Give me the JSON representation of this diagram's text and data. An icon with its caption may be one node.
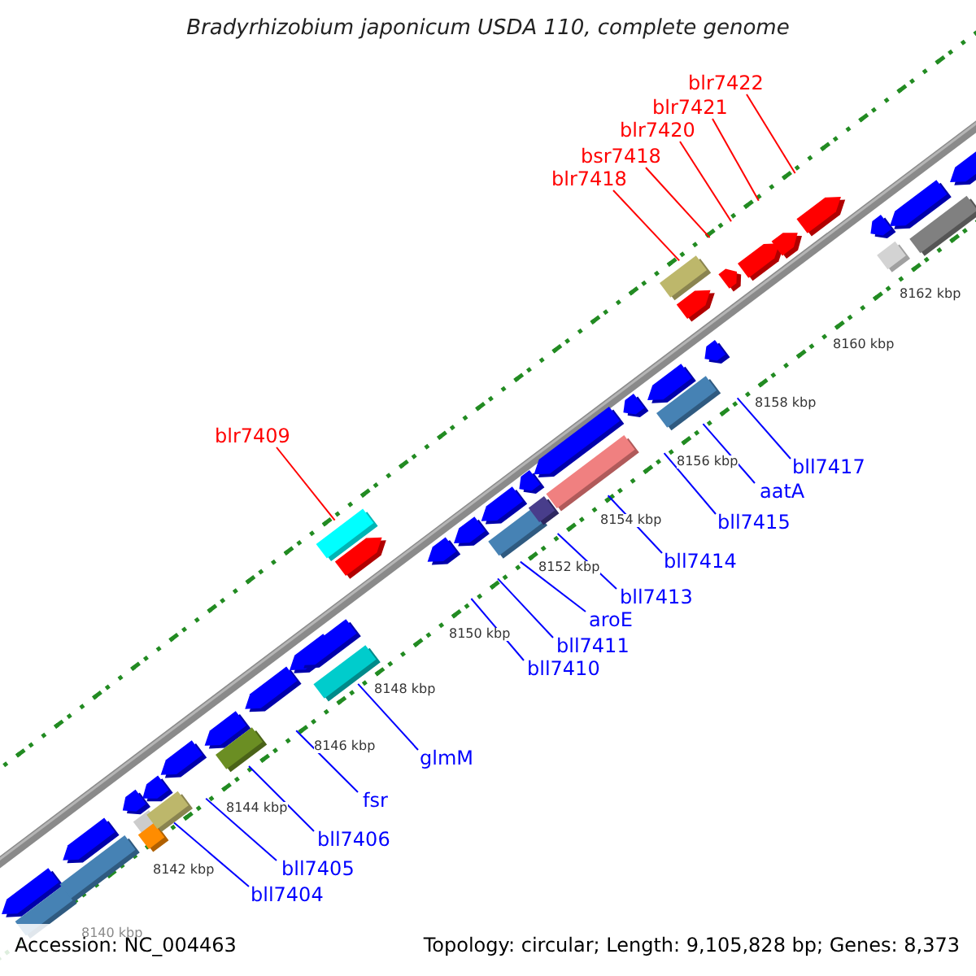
{
  "diagram": {
    "title": "Bradyrhizobium japonicum USDA 110, complete genome",
    "nodes": [
      {
        "text": [
          "blr7422"
        ]
      },
      {
        "text": [
          "blr7421"
        ]
      },
      {
        "text": [
          "blr7420"
        ]
      },
      {
        "text": [
          "bsr7418"
        ]
      },
      {
        "text": [
          "blr7418"
        ]
      },
      {
        "text": [
          "blr7409"
        ]
      },
      {
        "text": [
          "bll7417"
        ]
      },
      {
        "text": [
          "aatA"
        ]
      },
      {
        "text": [
          "bll7415"
        ]
      },
      {
        "text": [
          "bll7414"
        ]
      },
      {
        "text": [
          "bll7413"
        ]
      },
      {
        "text": [
          "aroE"
        ]
      },
      {
        "text": [
          "bll7411"
        ]
      },
      {
        "text": [
          "bll7410"
        ]
      },
      {
        "text": [
          "glmM"
        ]
      },
      {
        "text": [
          "fsr"
        ]
      },
      {
        "text": [
          "bll7406"
        ]
      },
      {
        "text": [
          "bll7405"
        ]
      },
      {
        "text": [
          "bll7404"
        ]
      }
    ],
    "edges": [
      {
        "from": 0,
        "to": null,
        "arrow": "none",
        "color": "#ff0000"
      },
      {
        "from": 1,
        "to": null,
        "arrow": "none",
        "color": "#ff0000"
      },
      {
        "from": 2,
        "to": null,
        "arrow": "none",
        "color": "#ff0000"
      },
      {
        "from": 3,
        "to": null,
        "arrow": "none",
        "color": "#ff0000"
      },
      {
        "from": 4,
        "to": null,
        "arrow": "none",
        "color": "#ff0000"
      },
      {
        "from": 5,
        "to": null,
        "arrow": "none",
        "color": "#ff0000"
      },
      {
        "from": 6,
        "to": null,
        "arrow": "none"
      },
      {
        "from": 7,
        "to": null,
        "arrow": "none"
      },
      {
        "from": 8,
        "to": null,
        "arrow": "none"
      },
      {
        "from": 9,
        "to": null,
        "arrow": "none"
      },
      {
        "from": 10,
        "to": null,
        "arrow": "none"
      },
      {
        "from": 11,
        "to": null,
        "arrow": "none"
      },
      {
        "from": 12,
        "to": null,
        "arrow": "none"
      },
      {
        "from": 13,
        "to": null,
        "arrow": "none"
      },
      {
        "from": 14,
        "to": null,
        "arrow": "none"
      },
      {
        "from": 15,
        "to": null,
        "arrow": "none"
      },
      {
        "from": 16,
        "to": null,
        "arrow": "none"
      },
      {
        "from": 17,
        "to": null,
        "arrow": "none"
      },
      {
        "from": 18,
        "to": null,
        "arrow": "none"
      }
    ],
    "labels": [
      "8162 kbp",
      "8160 kbp",
      "8158 kbp",
      "8156 kbp",
      "8154 kbp",
      "8152 kbp",
      "8150 kbp",
      "8148 kbp",
      "8146 kbp",
      "8144 kbp",
      "8142 kbp",
      "8140 kbp",
      "Accession: NC_004463",
      "Topology: circular; Length: 9,105,828 bp; Genes: 8,373"
    ]
  }
}
